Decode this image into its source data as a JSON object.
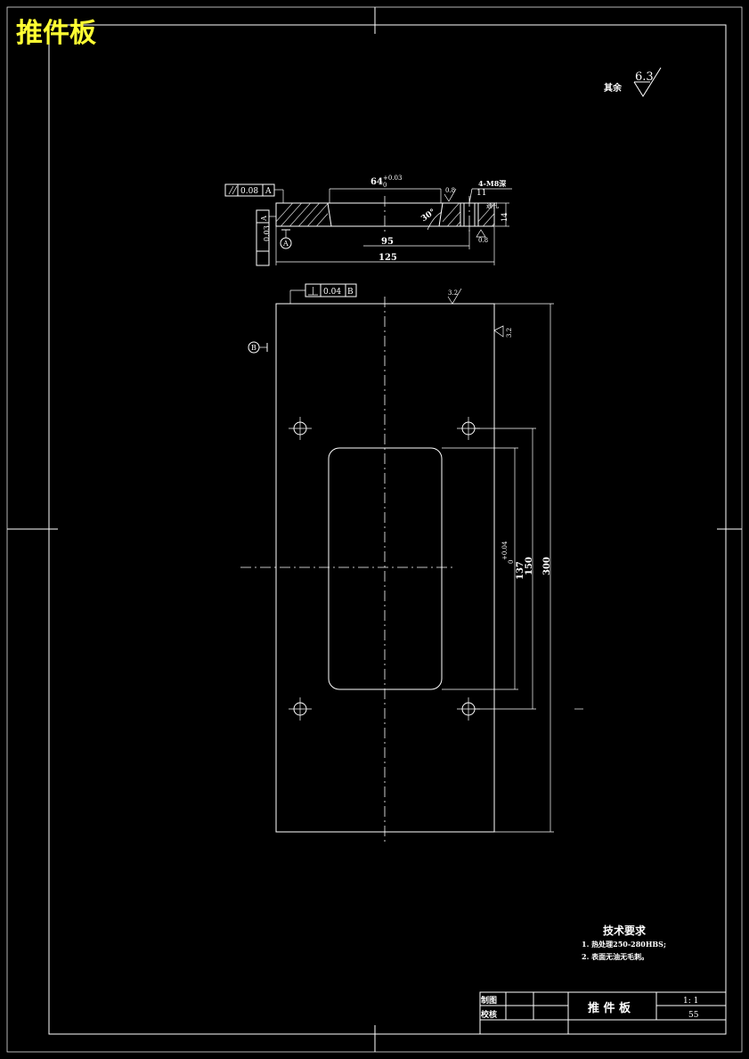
{
  "title": "推件板",
  "colors": {
    "background": "#000000",
    "line": "#ffffff",
    "title": "#ffff33"
  },
  "roughness": {
    "rest_label": "其余",
    "rest_value": "6.3",
    "top_value": "3.2",
    "right_value": "3.2"
  },
  "section": {
    "parallelism_value": "0.08",
    "parallelism_datum": "A",
    "perpendicularity_value": "0.03",
    "perpendicularity_datum": "A",
    "datum_a": "A",
    "dim_64": "64",
    "dim_64_tol_upper": "+0.03",
    "dim_64_tol_lower": "0",
    "dim_95": "95",
    "dim_125": "125",
    "dim_11": "11",
    "dim_14": "14",
    "angle": "30°",
    "hole_note": "4-M8深",
    "hole_note2": "通孔",
    "rough_08a": "0.8",
    "rough_08b": "0.8"
  },
  "plan": {
    "perp_value": "0.04",
    "perp_datum": "B",
    "datum_b": "B",
    "dim_137": "137",
    "dim_137_tol_upper": "+0.04",
    "dim_137_tol_lower": "0",
    "dim_150": "150",
    "dim_300": "300"
  },
  "notes": {
    "heading": "技术要求",
    "items": [
      "1. 热处理250-280HBS;",
      "2. 表面无油无毛刺。"
    ]
  },
  "title_block": {
    "drawn_label": "制图",
    "checked_label": "校核",
    "part_name": "推 件 板",
    "scale": "1: 1",
    "number": "55"
  }
}
